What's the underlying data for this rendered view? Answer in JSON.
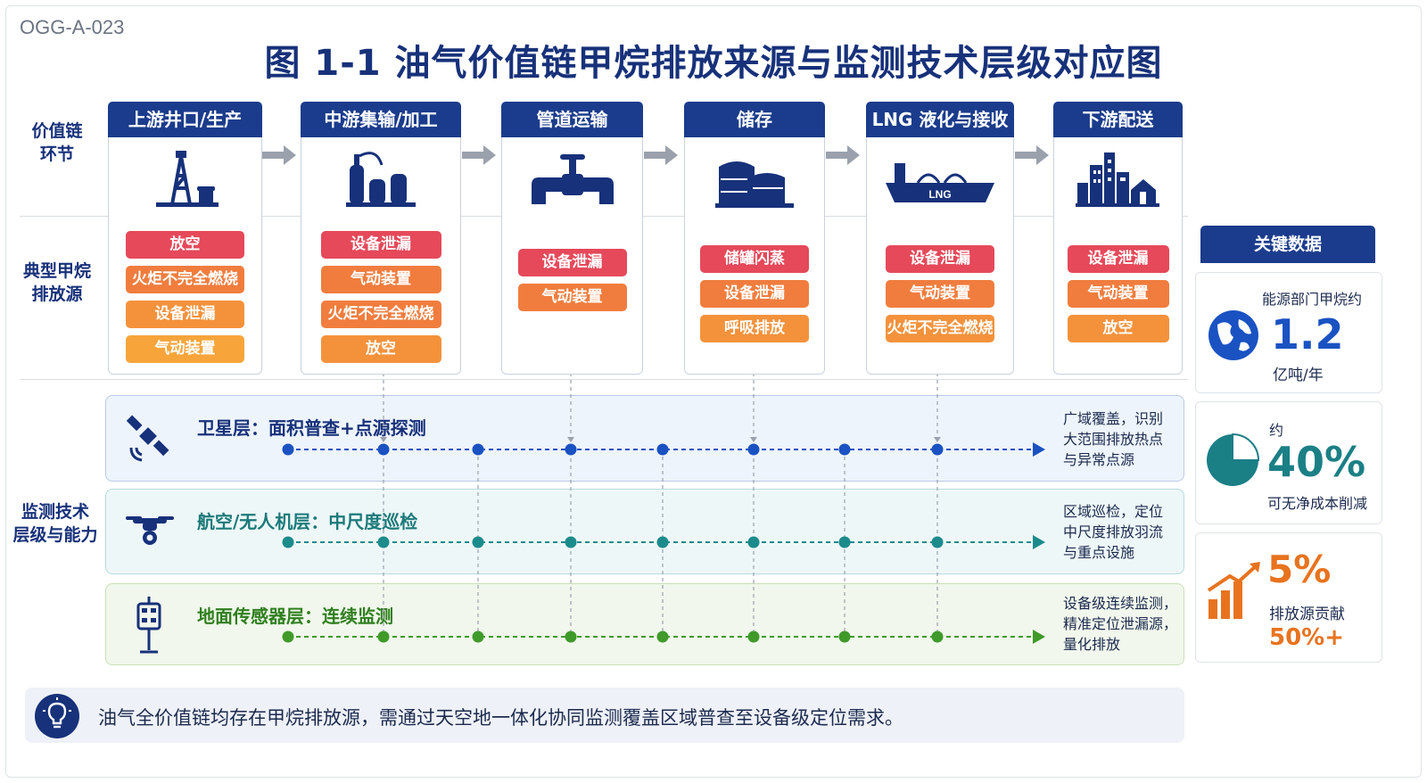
{
  "doc_code": "OGG-A-023",
  "title": "图 1-1 油气价值链甲烷排放来源与监测技术层级对应图",
  "row_labels": {
    "value_chain": [
      "价值链",
      "环节"
    ],
    "sources": [
      "典型甲烷",
      "排放源"
    ],
    "monitoring": [
      "监测技术",
      "层级与能力"
    ]
  },
  "stages": [
    {
      "name": "上游井口/生产",
      "icon": "oil-rig-icon",
      "sources": [
        "放空",
        "火炬不完全燃烧",
        "设备泄漏",
        "气动装置"
      ]
    },
    {
      "name": "中游集输/加工",
      "icon": "processing-plant-icon",
      "sources": [
        "设备泄漏",
        "气动装置",
        "火炬不完全燃烧",
        "放空"
      ]
    },
    {
      "name": "管道运输",
      "icon": "pipeline-valve-icon",
      "sources": [
        "设备泄漏",
        "气动装置"
      ]
    },
    {
      "name": "储存",
      "icon": "storage-tank-icon",
      "sources": [
        "储罐闪蒸",
        "设备泄漏",
        "呼吸排放"
      ]
    },
    {
      "name": "LNG 液化与接收",
      "icon": "lng-carrier-icon",
      "sources": [
        "设备泄漏",
        "气动装置",
        "火炬不完全燃烧"
      ]
    },
    {
      "name": "下游配送",
      "icon": "city-icon",
      "sources": [
        "设备泄漏",
        "气动装置",
        "放空"
      ]
    }
  ],
  "source_colors": {
    "放空": "#e5495a",
    "火炬不完全燃烧": "#f07d3e",
    "设备泄漏": "#ec5a54",
    "气动装置": "#f4923c",
    "储罐闪蒸": "#e5495a",
    "呼吸排放": "#f4923c"
  },
  "lng_ship_label": "LNG",
  "layers": [
    {
      "title": "卫星层：面积普查+点源探测",
      "icon": "satellite-icon",
      "desc": [
        "广域覆盖，识别",
        "大范围排放热点",
        "与异常点源"
      ],
      "color": "#1a52c2",
      "bg": "#eef4fb"
    },
    {
      "title": "航空/无人机层：中尺度巡检",
      "icon": "drone-icon",
      "desc": [
        "区域巡检，定位",
        "中尺度排放羽流",
        "与重点设施"
      ],
      "color": "#1b8b8b",
      "bg": "#eef7f8"
    },
    {
      "title": "地面传感器层：连续监测",
      "icon": "ground-sensor-icon",
      "desc": [
        "设备级连续监测，",
        "精准定位泄漏源，",
        "量化排放"
      ],
      "color": "#3f9a2a",
      "bg": "#f1f7ec"
    }
  ],
  "key_data": {
    "header": "关键数据",
    "cards": [
      {
        "label": "能源部门甲烷约",
        "value": "1.2",
        "unit": "亿吨/年",
        "icon": "globe-icon",
        "color": "#1a52c2"
      },
      {
        "label": "约",
        "value": "40%",
        "unit": "可无净成本削减",
        "icon": "pie-chart-icon",
        "color": "#1b7f86"
      },
      {
        "label": "排放源贡献",
        "value": "5%",
        "unit": "50%+",
        "icon": "bar-growth-icon",
        "color": "#e8731f"
      }
    ]
  },
  "bottom_note": "油气全价值链均存在甲烷排放源，需通过天空地一体化协同监测覆盖区域普查至设备级定位需求。",
  "bottom_icon": "lightbulb-icon"
}
